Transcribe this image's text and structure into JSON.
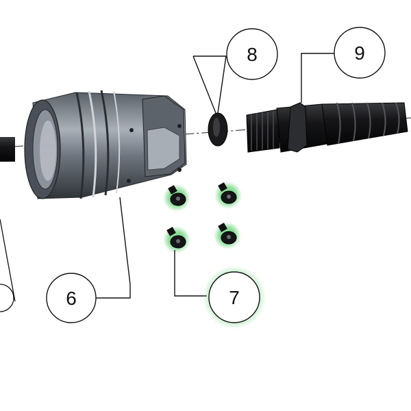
{
  "callouts": [
    {
      "id": "c6",
      "label": "6",
      "highlighted": false
    },
    {
      "id": "c7",
      "label": "7",
      "highlighted": true
    },
    {
      "id": "c8",
      "label": "8",
      "highlighted": false
    },
    {
      "id": "c9",
      "label": "9",
      "highlighted": false
    }
  ],
  "parts": {
    "housing": "connector-housing",
    "oring": "o-ring",
    "gland": "cable-gland",
    "screws": "cap-screws",
    "stub": "left-stub-part"
  },
  "colors": {
    "highlight": "#7CD88B",
    "metal_dark": "#3e434a",
    "metal_mid": "#6b727b",
    "metal_light": "#9ea5ae",
    "black_part": "#1b1b1d",
    "line": "#111111"
  }
}
